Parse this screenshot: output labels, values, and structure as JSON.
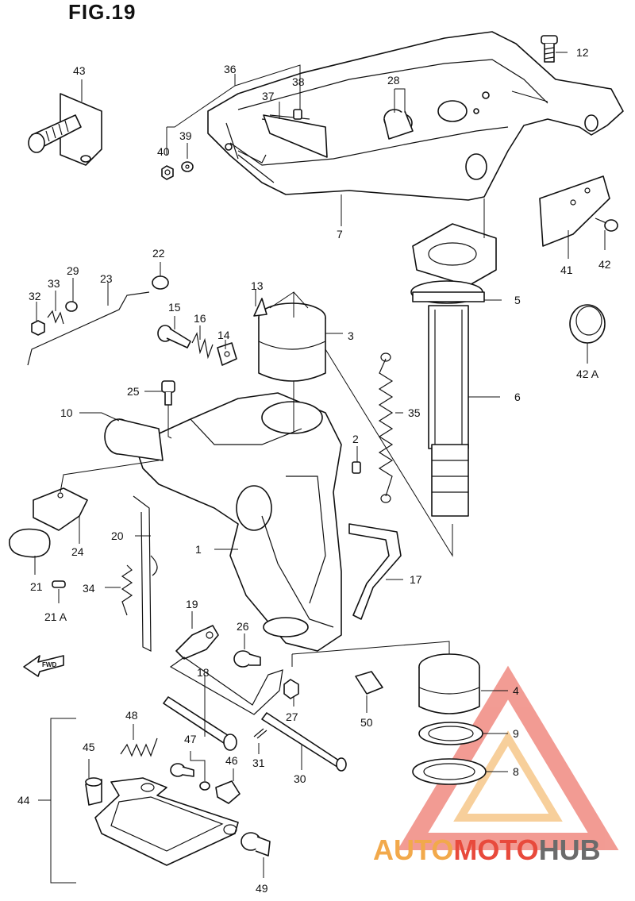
{
  "figure": {
    "title": "FIG.19"
  },
  "callouts": {
    "p1": "1",
    "p2": "2",
    "p3": "3",
    "p4": "4",
    "p5": "5",
    "p6": "6",
    "p7": "7",
    "p8": "8",
    "p9": "9",
    "p10": "10",
    "p12": "12",
    "p13": "13",
    "p14": "14",
    "p15": "15",
    "p16": "16",
    "p17": "17",
    "p18": "18",
    "p19": "19",
    "p20": "20",
    "p21": "21",
    "p21a": "21 A",
    "p22": "22",
    "p23": "23",
    "p24": "24",
    "p25": "25",
    "p26": "26",
    "p27": "27",
    "p28": "28",
    "p29": "29",
    "p30": "30",
    "p31": "31",
    "p32": "32",
    "p33": "33",
    "p34": "34",
    "p35": "35",
    "p36": "36",
    "p37": "37",
    "p38": "38",
    "p39": "39",
    "p40": "40",
    "p41": "41",
    "p42": "42",
    "p42a": "42 A",
    "p43": "43",
    "p44": "44",
    "p45": "45",
    "p46": "46",
    "p47": "47",
    "p48": "48",
    "p49": "49",
    "p50": "50"
  },
  "fwd_label": "FWD",
  "watermark": {
    "part1": "AUTO",
    "part2": "MOTO",
    "part3": "HUB",
    "colors": {
      "orange": "#f2a94b",
      "red": "#e84a3c",
      "gray": "#6b6b6b"
    }
  }
}
